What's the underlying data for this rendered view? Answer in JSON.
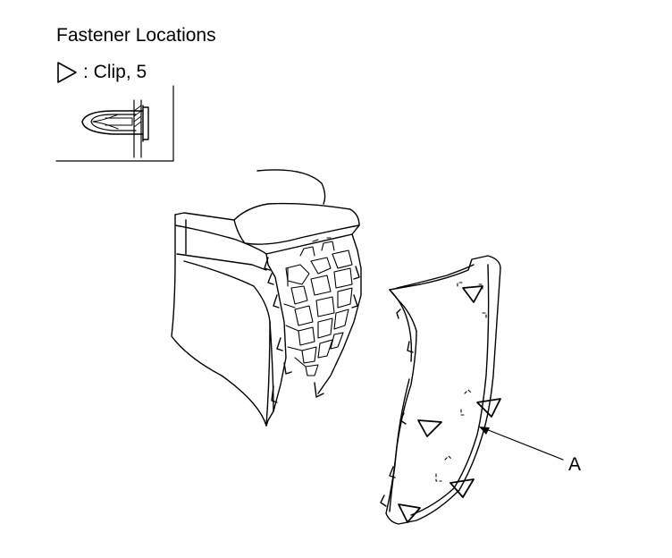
{
  "title": "Fastener Locations",
  "legend": {
    "symbol": "triangle-clip-icon",
    "text": ": Clip, 5"
  },
  "callout": {
    "label": "A"
  }
}
